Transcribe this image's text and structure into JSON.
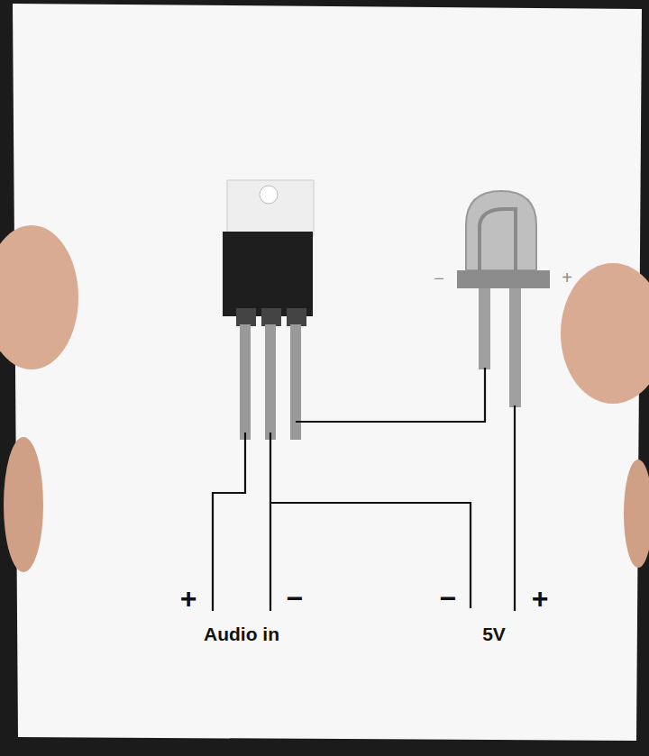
{
  "diagram": {
    "labels": [
      "−",
      "+",
      "+",
      "−",
      "−",
      "+",
      "Audio in",
      "5V"
    ]
  }
}
